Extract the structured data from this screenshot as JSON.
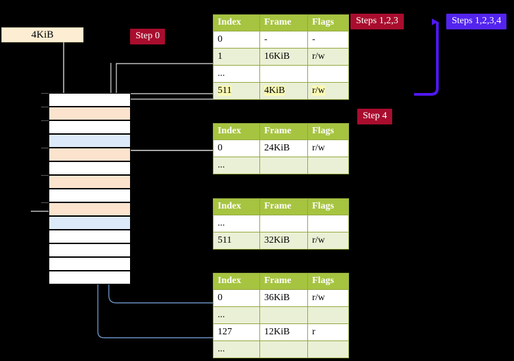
{
  "labels": {
    "step0": "Step 0",
    "steps123": "Steps 1,2,3",
    "steps1234": "Steps 1,2,3,4",
    "step4": "Step 4",
    "kib4": "4KiB"
  },
  "colors": {
    "badge_red": "#a90d2e",
    "badge_blue": "#5324f0",
    "table_header_green": "#a6c440",
    "table_alt_row": "#eaf0d5",
    "table_border": "#93a83f",
    "highlight_yellow": "#fafab4",
    "memory_peach": "#fce3ce",
    "memory_blue": "#dce9f9",
    "kib_box": "#fdeed3",
    "wire_grey": "#b9b9b9",
    "wire_blue": "#6a8fc0",
    "background": "#000000"
  },
  "tables": [
    {
      "name": "pml4-table",
      "columns": [
        "Index",
        "Frame",
        "Flags"
      ],
      "rows": [
        {
          "index": "0",
          "frame": "-",
          "flags": "-",
          "alt": false,
          "highlight": false
        },
        {
          "index": "1",
          "frame": "16KiB",
          "flags": "r/w",
          "alt": true,
          "highlight": false
        },
        {
          "index": "...",
          "frame": "",
          "flags": "",
          "alt": false,
          "highlight": false
        },
        {
          "index": "511",
          "frame": "4KiB",
          "flags": "r/w",
          "alt": true,
          "highlight": true
        }
      ]
    },
    {
      "name": "pdpt-table",
      "columns": [
        "Index",
        "Frame",
        "Flags"
      ],
      "rows": [
        {
          "index": "0",
          "frame": "24KiB",
          "flags": "r/w",
          "alt": false,
          "highlight": false
        },
        {
          "index": "...",
          "frame": "",
          "flags": "",
          "alt": true,
          "highlight": false
        }
      ]
    },
    {
      "name": "pd-table",
      "columns": [
        "Index",
        "Frame",
        "Flags"
      ],
      "rows": [
        {
          "index": "...",
          "frame": "",
          "flags": "",
          "alt": false,
          "highlight": false
        },
        {
          "index": "511",
          "frame": "32KiB",
          "flags": "r/w",
          "alt": true,
          "highlight": false
        }
      ]
    },
    {
      "name": "pt-table",
      "columns": [
        "Index",
        "Frame",
        "Flags"
      ],
      "rows": [
        {
          "index": "0",
          "frame": "36KiB",
          "flags": "r/w",
          "alt": false,
          "highlight": false
        },
        {
          "index": "...",
          "frame": "",
          "flags": "",
          "alt": true,
          "highlight": false
        },
        {
          "index": "127",
          "frame": "12KiB",
          "flags": "r",
          "alt": false,
          "highlight": false
        },
        {
          "index": "...",
          "frame": "",
          "flags": "",
          "alt": true,
          "highlight": false
        }
      ]
    }
  ],
  "memory_rows": [
    {
      "fill": "white",
      "tick": true
    },
    {
      "fill": "peach",
      "tick": true
    },
    {
      "fill": "white",
      "tick": true
    },
    {
      "fill": "blue",
      "tick": false
    },
    {
      "fill": "peach",
      "tick": true
    },
    {
      "fill": "white",
      "tick": false
    },
    {
      "fill": "peach",
      "tick": true
    },
    {
      "fill": "white",
      "tick": false
    },
    {
      "fill": "peach",
      "tick": true
    },
    {
      "fill": "blue",
      "tick": false
    },
    {
      "fill": "white",
      "tick": false
    },
    {
      "fill": "white",
      "tick": false
    },
    {
      "fill": "white",
      "tick": false
    },
    {
      "fill": "white",
      "tick": false
    }
  ]
}
